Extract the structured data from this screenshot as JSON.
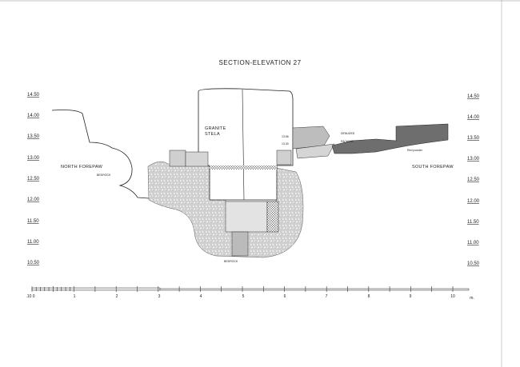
{
  "title": "SECTION-ELEVATION 27",
  "elevations": [
    "14.50",
    "14.00",
    "13.50",
    "13.00",
    "12.50",
    "12.00",
    "11.50",
    "11.00",
    "10.50"
  ],
  "labels": {
    "north_forepaw": "NORTH FOREPAW",
    "south_forepaw": "SOUTH FOREPAW",
    "bedrock_left": "BEDROCK",
    "bedrock_bottom": "BEDROCK",
    "granite": "GRANITE",
    "stela": "STELA",
    "denuded": "DENUDED",
    "packing": "PACKING",
    "red_powder": "Red powder",
    "level_a": "13.56",
    "level_b": "13.30"
  },
  "scale": {
    "ticks": [
      ".10 0",
      "1",
      "2",
      "3",
      "4",
      "5",
      "6",
      "7",
      "8",
      "9",
      "10"
    ],
    "unit": "m."
  },
  "colors": {
    "fill_light": "#d8d8d8",
    "fill_dark": "#6e6e6e",
    "hatch": "#9a9a9a",
    "ink": "#222222"
  }
}
